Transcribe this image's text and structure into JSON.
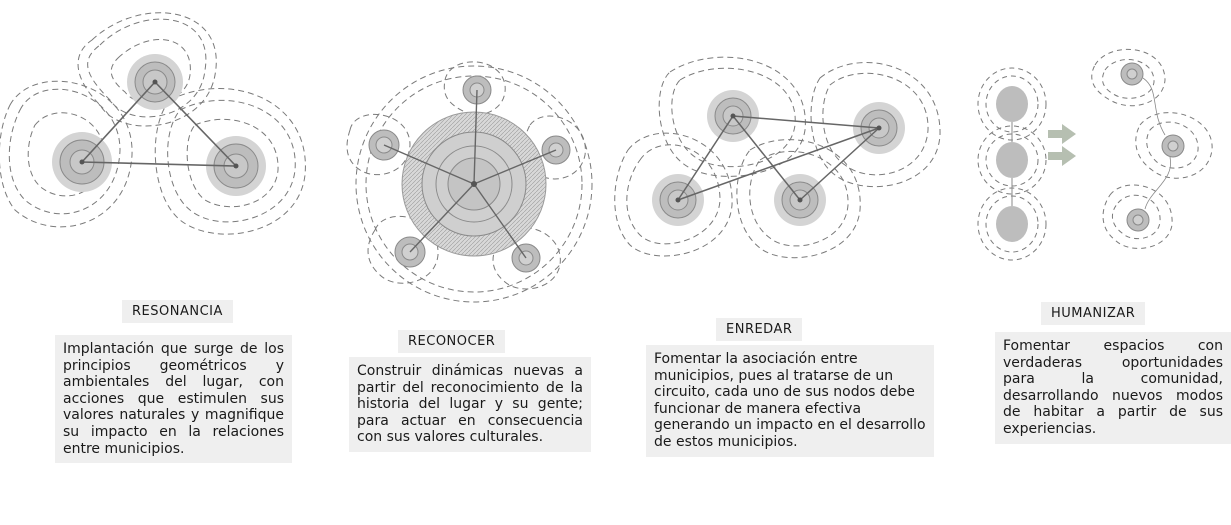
{
  "colors": {
    "node_fill": "#bdbdbd",
    "node_ring": "#8a8a8a",
    "line": "#666666",
    "dashed": "#7a7a7a",
    "box_bg": "#efefef",
    "arrow": "#b6bfb1"
  },
  "concepts": [
    {
      "title": "RESONANCIA",
      "description": "Implantación que surge de los principios geométricos y ambientales del lugar, con acciones que estimulen sus valores naturales y magnifique su impacto en la relaciones entre municipios."
    },
    {
      "title": "RECONOCER",
      "description": "Construir dinámicas nuevas a partir del reconocimiento de la historia del lugar y su gente; para actuar en consecuencia con sus valores culturales."
    },
    {
      "title": "ENREDAR",
      "description": "Fomentar la asociación entre municipios, pues al tratarse de un circuito, cada uno de sus nodos debe funcionar de manera efectiva generando un impacto en el desarrollo de estos municipios."
    },
    {
      "title": "HUMANIZAR",
      "description": "Fomentar espacios con verdaderas oportunidades para la comunidad, desarrollando nuevos modos de habitar a partir de sus experiencias."
    }
  ]
}
